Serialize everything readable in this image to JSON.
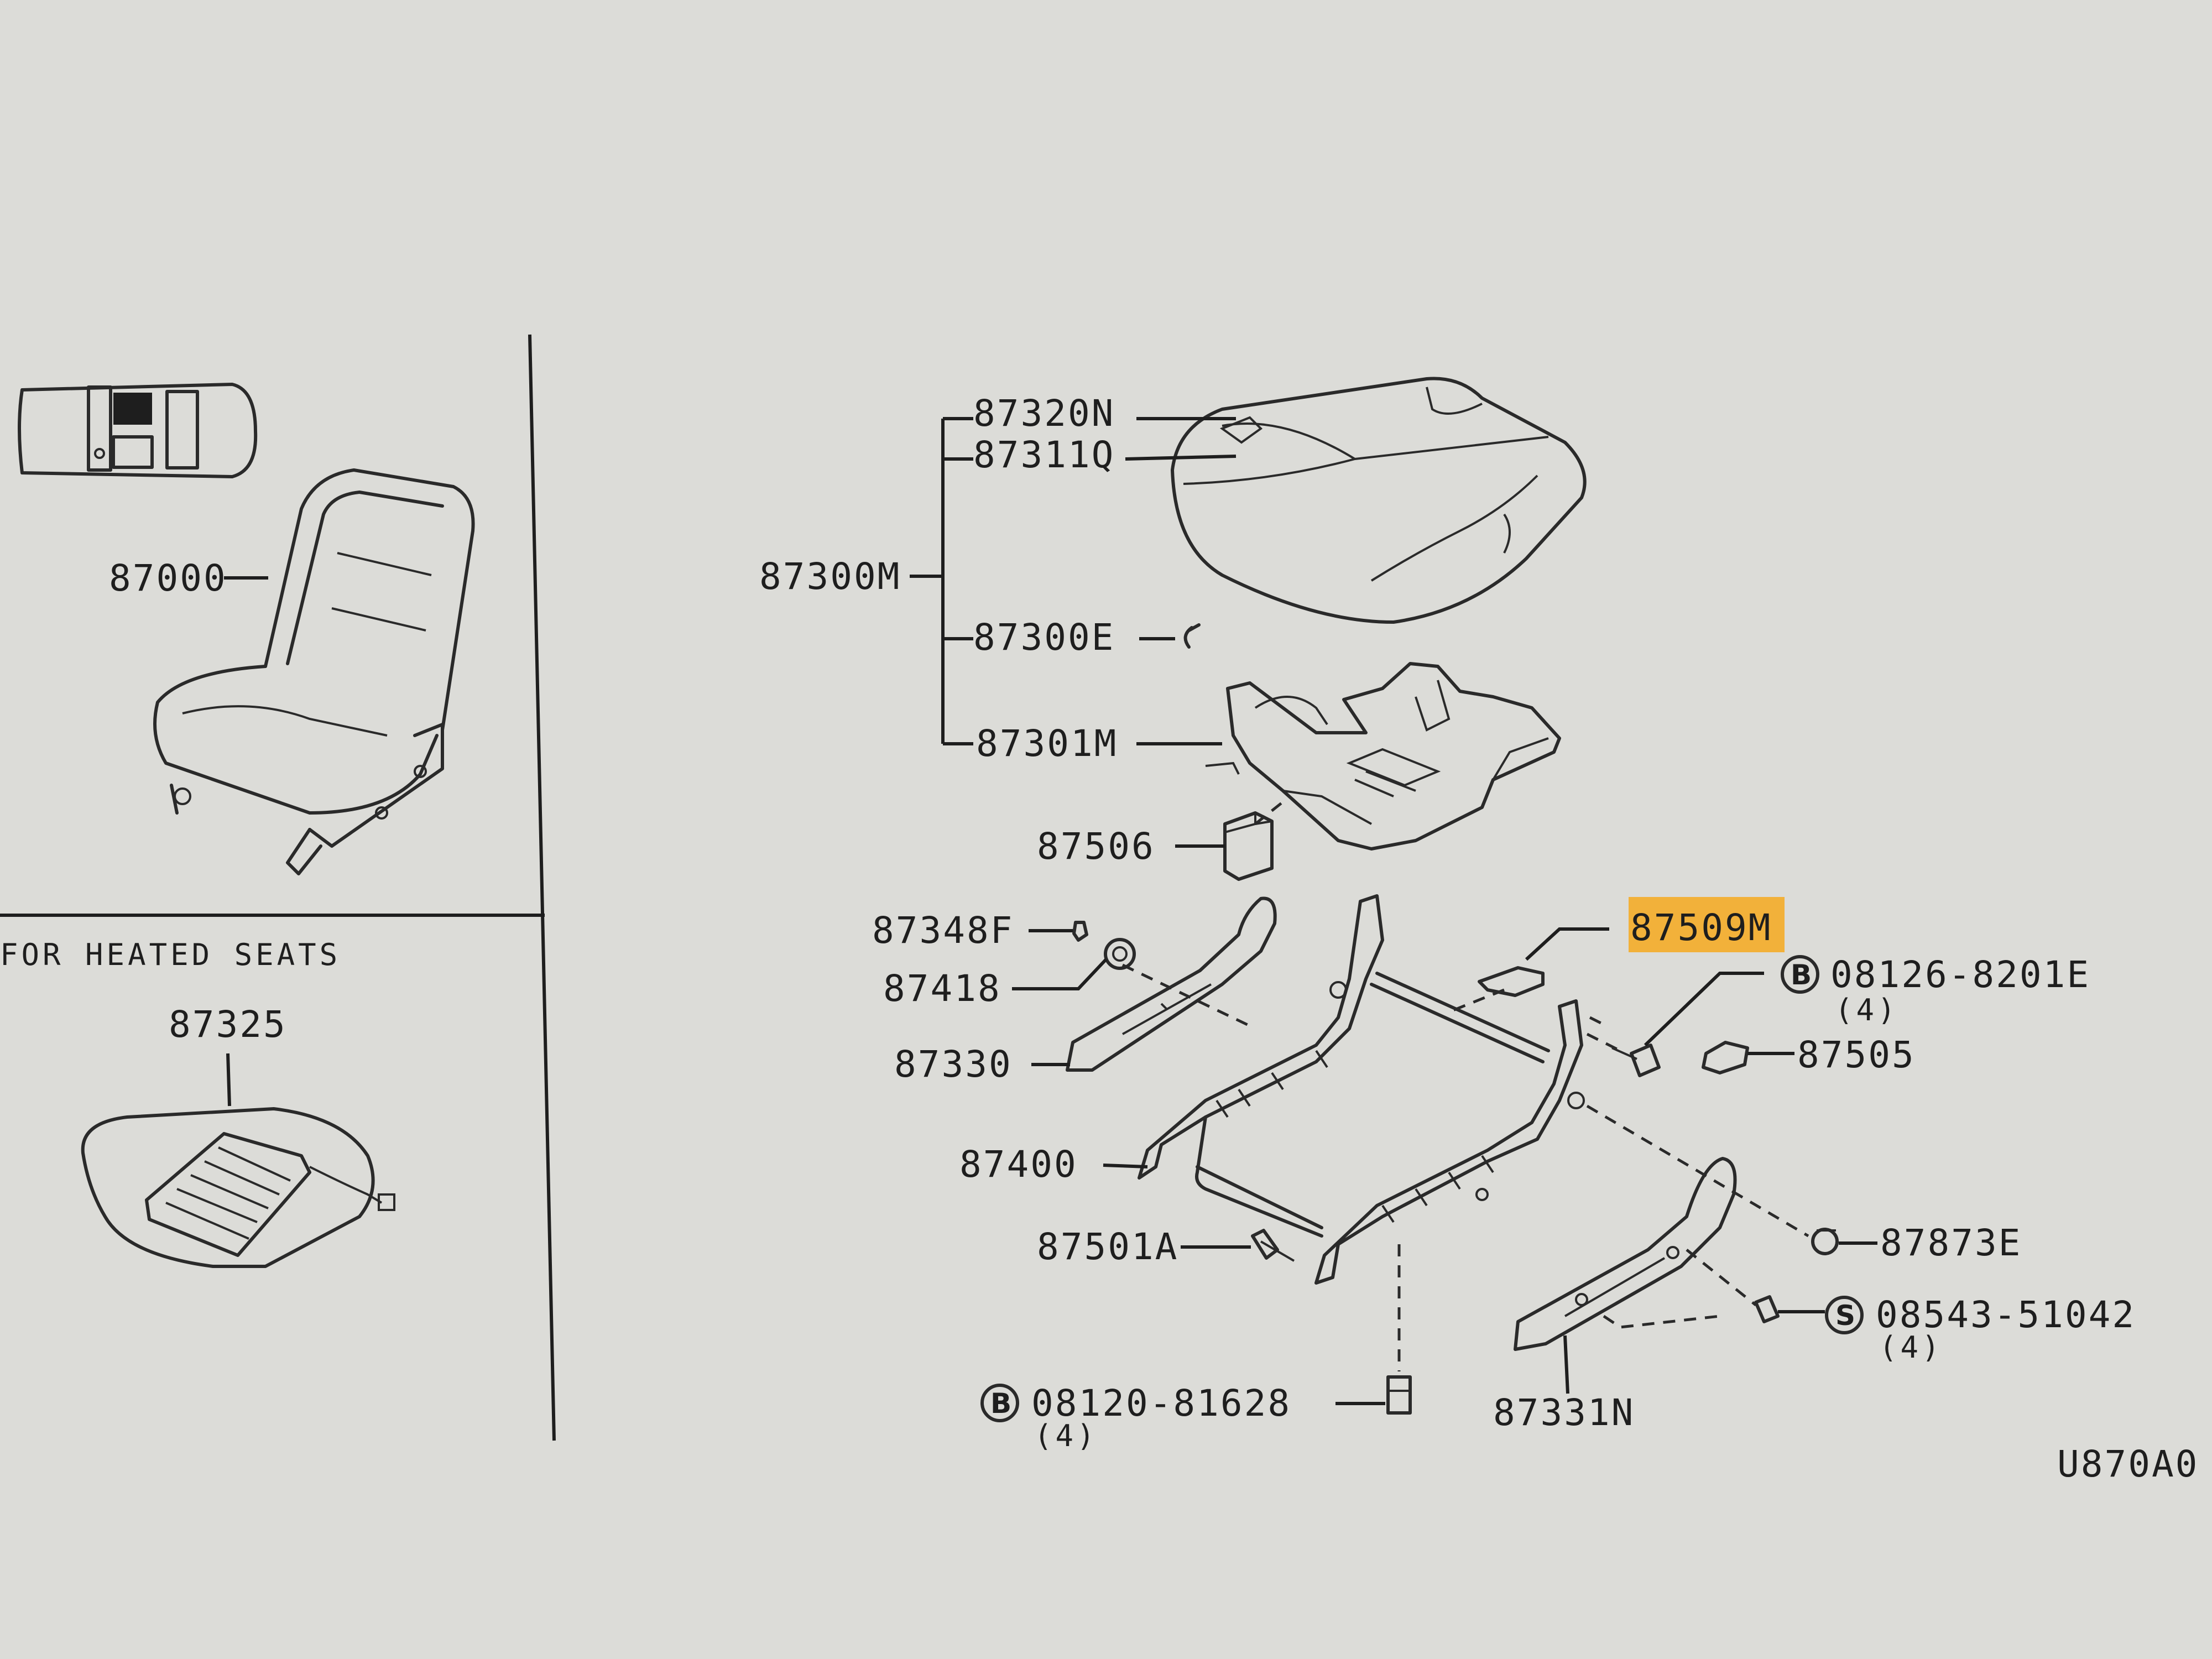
{
  "labels": {
    "assy_87000": "87000",
    "heated_seats_note": "FOR HEATED SEATS",
    "heater_87325": "87325",
    "cushion_87300M": "87300M",
    "trim_87320N": "87320N",
    "trim_87311Q": "87311Q",
    "clip_87300E": "87300E",
    "pad_87301M": "87301M",
    "part_87506": "87506",
    "part_87348F": "87348F",
    "part_87418": "87418",
    "part_87330": "87330",
    "part_87400": "87400",
    "part_87501A": "87501A",
    "part_87509M": "87509M",
    "bolt_08126_8201E": "08126-8201E",
    "bolt_08126_qty": "(4)",
    "part_87505": "87505",
    "part_87873E": "87873E",
    "screw_08543_51042": "08543-51042",
    "screw_08543_qty": "(4)",
    "bolt_08120_81628": "08120-81628",
    "bolt_08120_qty": "(4)",
    "part_87331N": "87331N",
    "diagram_code": "U870A0"
  },
  "symbols": {
    "bolt_letter": "B",
    "screw_letter": "S"
  },
  "colors": {
    "highlight": "#f2b13a",
    "ink": "#1e1e1e",
    "paper": "#dcdcd8"
  },
  "highlighted_part": "87509M"
}
